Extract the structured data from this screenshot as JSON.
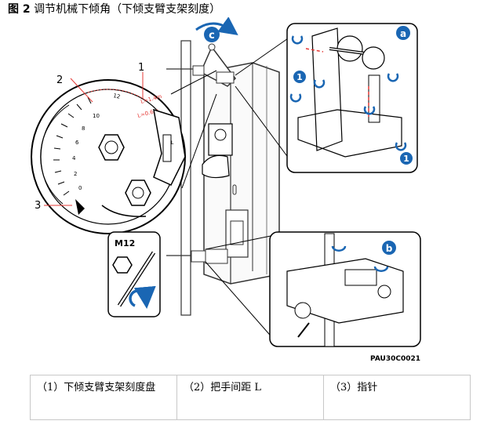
{
  "figure": {
    "number": "图 2",
    "title": "调节机械下倾角（下倾支臂支架刻度）",
    "code": "PAU30C0021",
    "dial": {
      "ticks": [
        "12",
        "10",
        "8",
        "6",
        "4",
        "2",
        "0"
      ],
      "formula1": "L=1.4m",
      "formula2": "L=0.6m",
      "slot_label": "L"
    },
    "callouts": [
      "1",
      "2",
      "3"
    ],
    "tool_label": "M12",
    "step_labels": {
      "a": "a",
      "b": "b",
      "c": "c",
      "one": "1"
    },
    "colors": {
      "accent": "#1a66b3",
      "red": "#e53935"
    }
  },
  "legend": {
    "items": [
      {
        "text": "（1）下倾支臂支架刻度盘"
      },
      {
        "text": "（2）把手间距 L"
      },
      {
        "text": "（3）指针"
      }
    ]
  }
}
